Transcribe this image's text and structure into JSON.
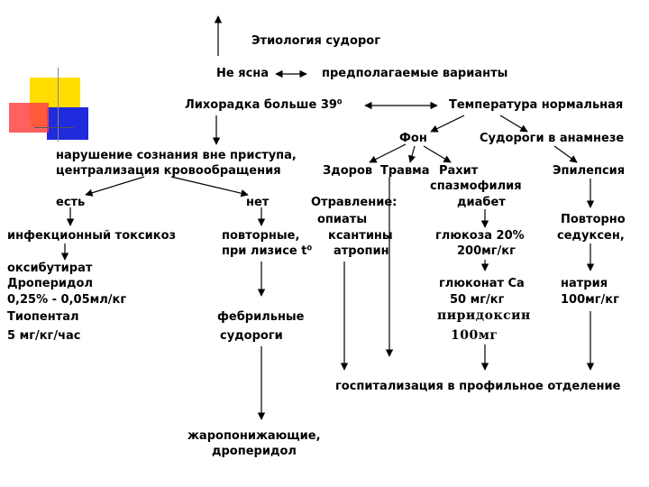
{
  "title": "Этиология судорог",
  "etiology": {
    "unclear": "Не ясна",
    "presumed": "предполагаемые варианты"
  },
  "left_branch": {
    "fever": "Лихорадка больше 39⁰",
    "consciousness": [
      "нарушение сознания вне приступа,",
      "централизация кровообращения"
    ],
    "yes": "есть",
    "no": "нет",
    "infectious_toxicosis": "инфекционный токсикоз",
    "repeated": [
      "повторные,",
      "при лизисе t⁰"
    ],
    "treatment": [
      "оксибутират",
      "Дроперидол",
      "0,25% - 0,05мл/кг",
      "Тиопентал",
      "5 мг/кг/час"
    ],
    "febrile": [
      "фебрильные",
      "судороги"
    ],
    "antipyretic": [
      "жаропонижающие,",
      "дроперидол"
    ]
  },
  "right_branch": {
    "normal_temp": "Температура нормальная",
    "background": "Фон",
    "seizure_history": "Судороги в анамнезе",
    "healthy": "Здоров",
    "trauma": "Травма",
    "rickets": "Рахит",
    "spasmophilia": "спазмофилия",
    "diabetes": "диабет",
    "epilepsy": "Эпилепсия",
    "poisoning": [
      "Отравление:",
      "опиаты",
      "ксантины",
      "атропин"
    ],
    "glucose": [
      "глюкоза 20%",
      "200мг/кг"
    ],
    "repeat": [
      "Повторно",
      "седуксен,"
    ],
    "calcium": [
      "глюконат Са",
      "50 мг/кг"
    ],
    "pyridoxine": [
      "пиридоксин",
      "100мг"
    ],
    "sodium": [
      "натрия",
      "100мг/кг"
    ],
    "hospitalization": "госпитализация в профильное отделение"
  },
  "colors": {
    "yellow": "#ffdd00",
    "red": "#ff3b3b",
    "blue": "#1f2bdc",
    "grey_line": "#8a8a8a"
  }
}
